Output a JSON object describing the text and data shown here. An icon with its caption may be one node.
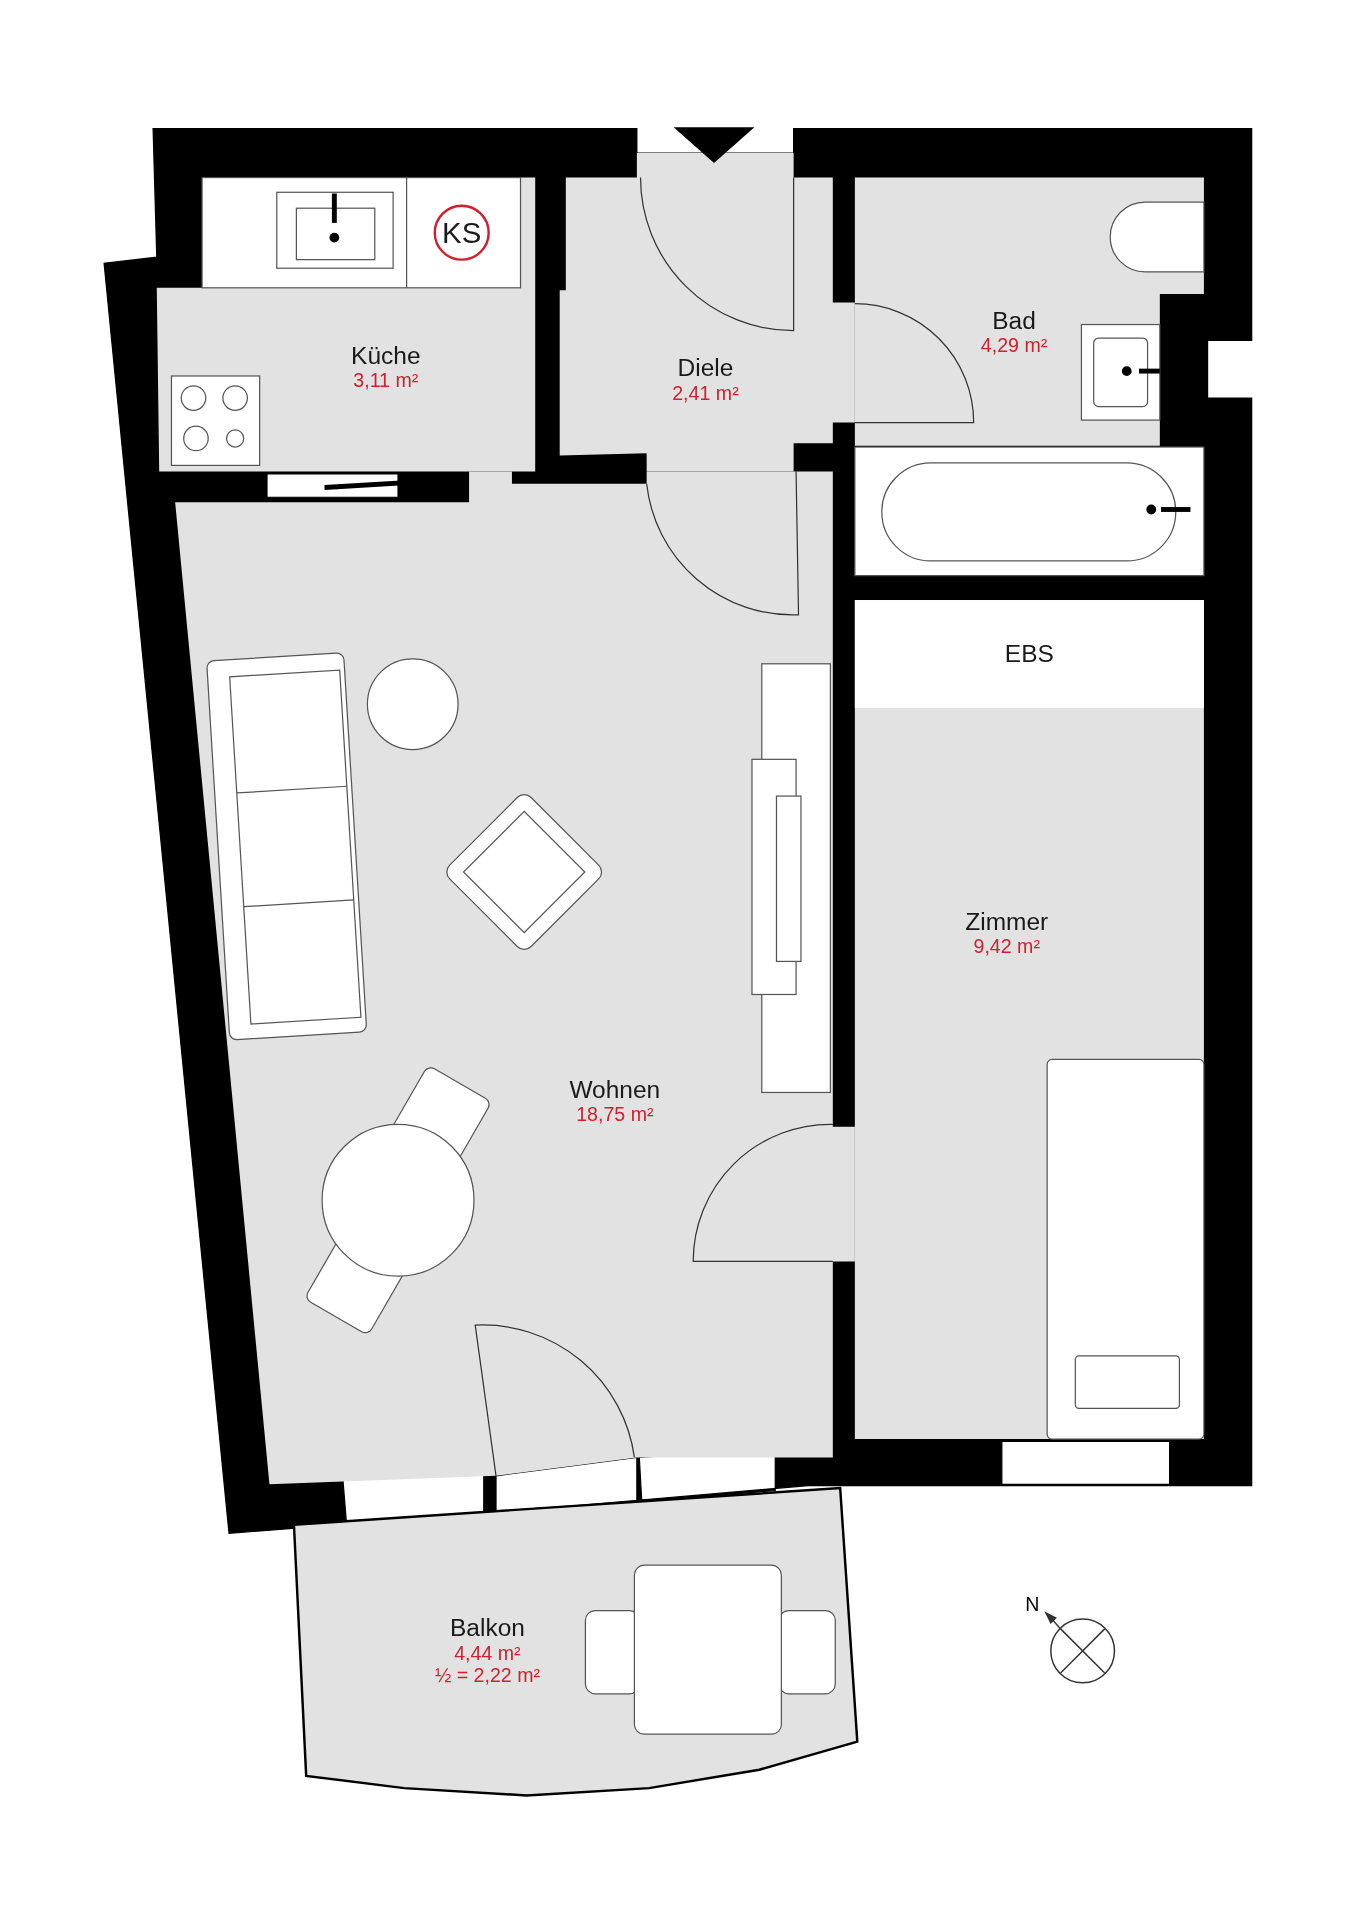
{
  "diagram": {
    "nodes": [
      {
        "text": [
          "Küche",
          "3,11 m²"
        ]
      },
      {
        "text": [
          "KS"
        ],
        "in": 0
      },
      {
        "text": [
          "Diele",
          "2,41 m²"
        ]
      },
      {
        "text": [
          "Bad",
          "4,29 m²"
        ]
      },
      {
        "text": [
          "Zimmer",
          "9,42 m²"
        ]
      },
      {
        "text": [
          "EBS"
        ],
        "in": 4
      },
      {
        "text": [
          "Wohnen",
          "18,75 m²"
        ]
      },
      {
        "text": [
          "Balkon",
          "4,44 m²",
          "½ = 2,22 m²"
        ]
      }
    ],
    "labels": [
      "N"
    ]
  }
}
